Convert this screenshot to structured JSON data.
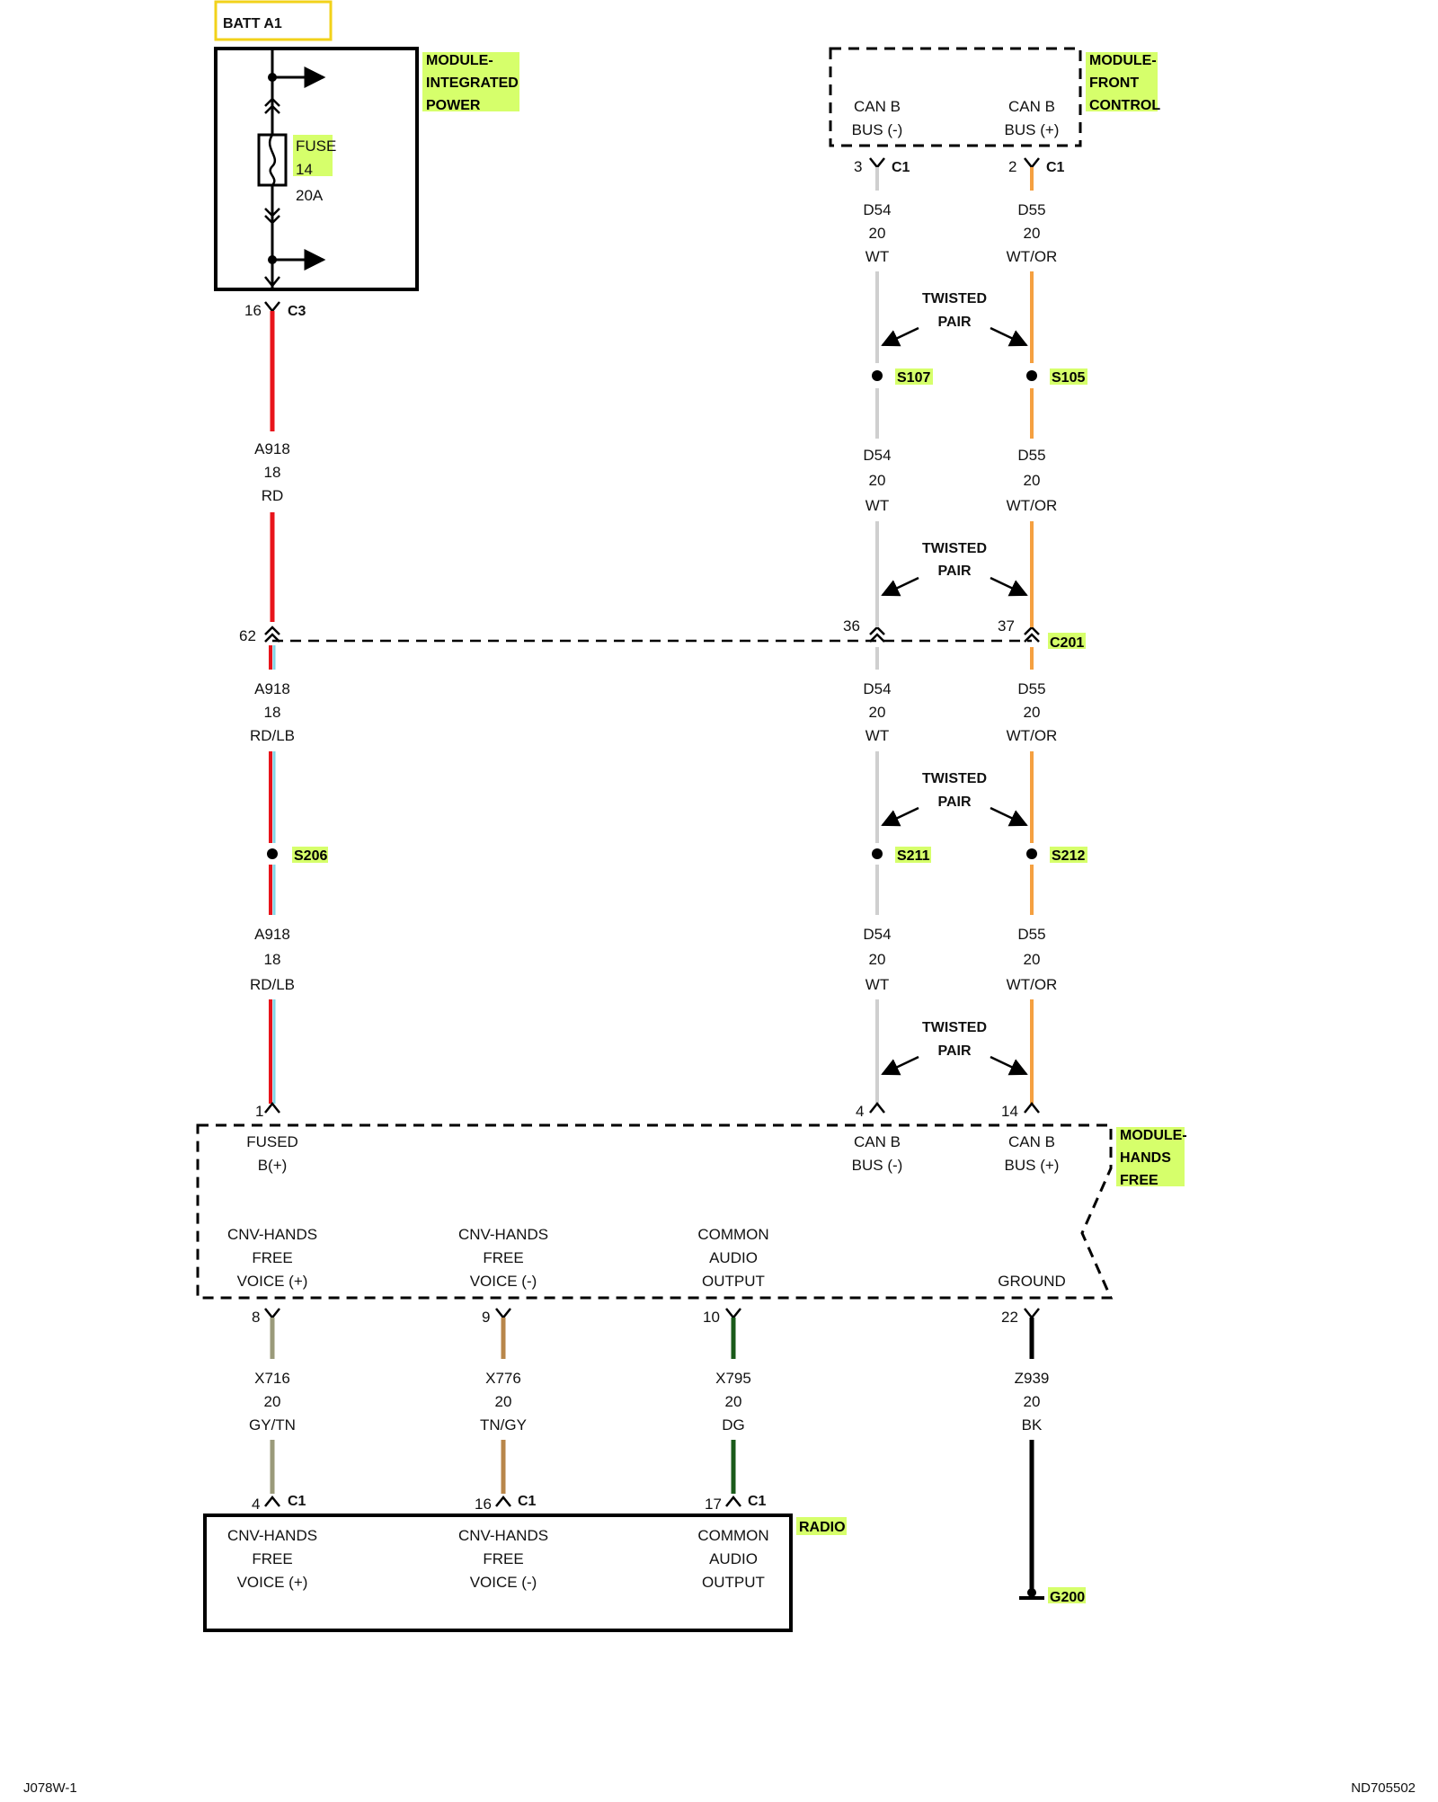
{
  "batt_label": "BATT A1",
  "modules": {
    "integrated_power": {
      "name": [
        "MODULE-",
        "INTEGRATED",
        "POWER"
      ]
    },
    "front_control": {
      "name": [
        "MODULE-",
        "FRONT",
        "CONTROL"
      ],
      "pins": [
        {
          "label": [
            "CAN B",
            "BUS (-)"
          ],
          "pin": "3",
          "conn": "C1"
        },
        {
          "label": [
            "CAN B",
            "BUS (+)"
          ],
          "pin": "2",
          "conn": "C1"
        }
      ]
    },
    "hands_free": {
      "name": [
        "MODULE-",
        "HANDS",
        "FREE"
      ],
      "top_pins": [
        {
          "label": [
            "FUSED",
            "B(+)"
          ],
          "pin": "1"
        },
        {
          "label": [
            "CAN B",
            "BUS (-)"
          ],
          "pin": "4"
        },
        {
          "label": [
            "CAN B",
            "BUS (+)"
          ],
          "pin": "14"
        }
      ],
      "bottom_pins": [
        {
          "label": [
            "CNV-HANDS",
            "FREE",
            "VOICE (+)"
          ],
          "pin": "8"
        },
        {
          "label": [
            "CNV-HANDS",
            "FREE",
            "VOICE (-)"
          ],
          "pin": "9"
        },
        {
          "label": [
            "COMMON",
            "AUDIO",
            "OUTPUT"
          ],
          "pin": "10"
        },
        {
          "label": [
            "GROUND"
          ],
          "pin": "22"
        }
      ]
    },
    "radio": {
      "name": "RADIO",
      "pins": [
        {
          "label": [
            "CNV-HANDS",
            "FREE",
            "VOICE (+)"
          ],
          "pin": "4",
          "conn": "C1"
        },
        {
          "label": [
            "CNV-HANDS",
            "FREE",
            "VOICE (-)"
          ],
          "pin": "16",
          "conn": "C1"
        },
        {
          "label": [
            "COMMON",
            "AUDIO",
            "OUTPUT"
          ],
          "pin": "17",
          "conn": "C1"
        }
      ]
    }
  },
  "fuse": {
    "name": [
      "FUSE",
      "14"
    ],
    "rating": "20A"
  },
  "connectors": {
    "c3": {
      "pin": "16",
      "name": "C3"
    },
    "c201": {
      "pins": [
        "62",
        "36",
        "37"
      ],
      "name": "C201"
    }
  },
  "splices": [
    "S107",
    "S105",
    "S206",
    "S211",
    "S212"
  ],
  "twisted_pair": [
    "TWISTED",
    "PAIR"
  ],
  "wires": {
    "a918_1": [
      "A918",
      "18",
      "RD"
    ],
    "a918_2": [
      "A918",
      "18",
      "RD/LB"
    ],
    "a918_3": [
      "A918",
      "18",
      "RD/LB"
    ],
    "d54": [
      "D54",
      "20",
      "WT"
    ],
    "d55": [
      "D55",
      "20",
      "WT/OR"
    ],
    "x716": [
      "X716",
      "20",
      "GY/TN"
    ],
    "x776": [
      "X776",
      "20",
      "TN/GY"
    ],
    "x795": [
      "X795",
      "20",
      "DG"
    ],
    "z939": [
      "Z939",
      "20",
      "BK"
    ]
  },
  "ground": "G200",
  "footer": {
    "left": "J078W-1",
    "right": "ND705502"
  },
  "colors": {
    "red": "#e8141b",
    "light_blue": "#7fd6e6",
    "white_wire": "#cfcfcf",
    "orange": "#f5a040",
    "gray": "#9a9a7a",
    "tan": "#b8864a",
    "dark_green": "#1a5a1a",
    "black": "#000000",
    "highlight": "#d6ff6b",
    "batt_box": "#f2d21a"
  }
}
